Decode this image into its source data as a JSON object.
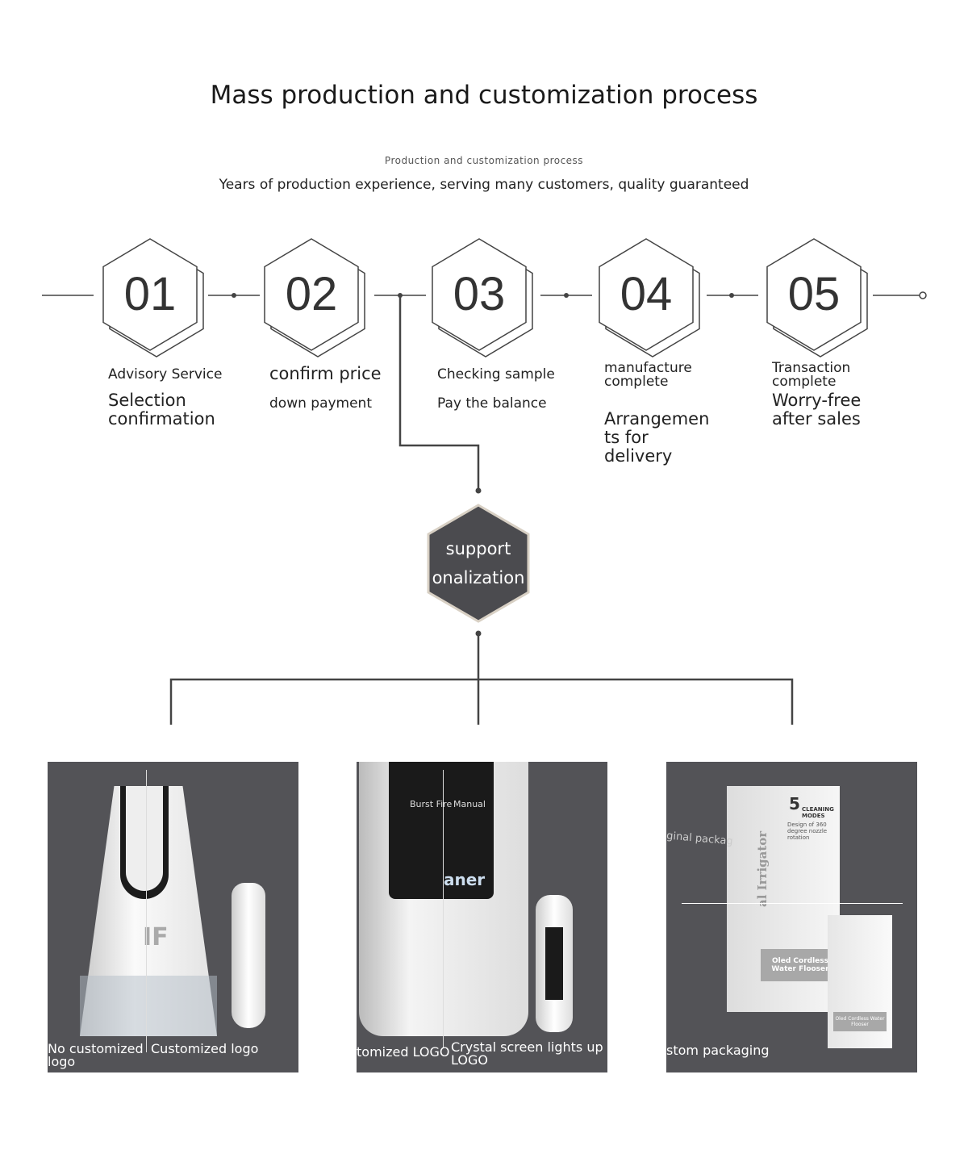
{
  "header": {
    "title": "Mass production and customization process",
    "subtitle": "Production and customization process",
    "tagline": "Years of production experience, serving many customers, quality guaranteed"
  },
  "steps": [
    {
      "number": "01",
      "line1": "Advisory Service",
      "line2": "Selection confirmation"
    },
    {
      "number": "02",
      "line1": "confirm price",
      "line2": "down payment"
    },
    {
      "number": "03",
      "line1": "Checking sample",
      "line2": "Pay the balance"
    },
    {
      "number": "04",
      "line1": "manufacture complete",
      "line2": "Arrangemen ts for delivery"
    },
    {
      "number": "05",
      "line1": "Transaction complete",
      "line2": "Worry-free after sales"
    }
  ],
  "support": {
    "line1": "support",
    "line2": "onalization"
  },
  "panels": [
    {
      "left_caption": "No customized logo",
      "right_caption": "Customized logo",
      "product_mark": "IF"
    },
    {
      "left_caption": "tomized LOGO",
      "right_caption": "Crystal screen lights up LOGO",
      "screen_left": "Burst Fire",
      "screen_right": "Manual",
      "brand": "aner"
    },
    {
      "top_caption": "ginal packag",
      "bottom_caption": "stom packaging",
      "box_text1": "5",
      "box_text2": "CLEANING MODES",
      "box_text3": "Design of 360 degree nozzle rotation",
      "box_side": "al Irrigator",
      "box_label": "Oled Cordless Water Flooser",
      "small_box_label": "Oled Cordless Water Flooser"
    }
  ],
  "colors": {
    "panel": "#535357",
    "line": "#444444"
  }
}
